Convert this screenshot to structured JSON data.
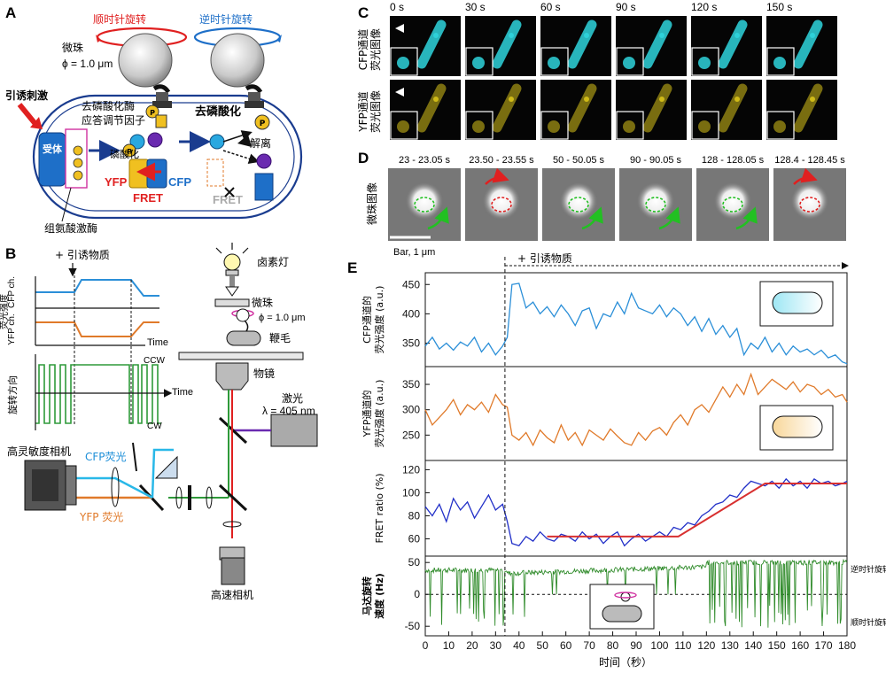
{
  "panels": {
    "A": "A",
    "B": "B",
    "C": "C",
    "D": "D",
    "E": "E"
  },
  "panelA": {
    "cw_rotation": "顺时针旋转",
    "ccw_rotation": "逆时针旋转",
    "bead": "微珠",
    "bead_size": "ϕ = 1.0 μm",
    "stimulus": "引诱刺激",
    "receptor": "受体",
    "phosphatase": "去磷酸化酶",
    "regulator": "应答调节因子",
    "dephosphorylation": "去磷酸化",
    "phosphorylation": "磷酸化",
    "dissociation": "解离",
    "yfp": "YFP",
    "fret": "FRET",
    "cfp": "CFP",
    "fret_faded": "FRET",
    "kinase": "组氨酸激酶",
    "p": "P"
  },
  "panelB": {
    "attractant": "+ 引诱物质",
    "cfp_ch": "CFP ch.",
    "yfp_ch": "YFP ch.",
    "fluor_intensity": "荧光强度",
    "time": "Time",
    "ccw": "CCW",
    "cw": "CW",
    "rotation_dir": "旋转方向",
    "halogen": "卤素灯",
    "bead": "微珠",
    "bead_size": "ϕ = 1.0 μm",
    "flagellum": "鞭毛",
    "objective": "物镜",
    "laser": "激光",
    "laser_wl": "λ = 405 nm",
    "hs_camera": "高灵敏度相机",
    "cfp_fluor": "CFP荧光",
    "yfp_fluor": "YFP 荧光",
    "fast_camera": "高速相机"
  },
  "panelC": {
    "times": [
      "0 s",
      "30 s",
      "60 s",
      "90 s",
      "120 s",
      "150 s"
    ],
    "cfp_row_label": "CFP通道\n荧光图像",
    "yfp_row_label": "YFP通道\n荧光图像",
    "cfp_color": "#2fd4dc",
    "yfp_color": "#d8c21a"
  },
  "panelD": {
    "times": [
      "23 - 23.05 s",
      "23.50 - 23.55 s",
      "50 - 50.05 s",
      "90 - 90.05 s",
      "128 - 128.05 s",
      "128.4 - 128.45 s"
    ],
    "row_label": "微珠图像",
    "bar": "Bar, 1 μm",
    "ccw_frames": [
      true,
      false,
      true,
      true,
      true,
      false
    ]
  },
  "panelE": {
    "attractant": "+ 引诱物质",
    "xlabel": "时间（秒）",
    "ccw_label": "逆时针旋转",
    "cw_label": "顺时针旋转"
  },
  "chart_data": [
    {
      "type": "line",
      "ylabel": "CFP通道的\n荧光强度 (a.u.)",
      "xlim": [
        0,
        180
      ],
      "ylim": [
        310,
        470
      ],
      "yticks": [
        350,
        400,
        450
      ],
      "attractant_time": 34,
      "series": [
        {
          "color": "#2b8fd8",
          "x": [
            0,
            3,
            6,
            9,
            12,
            15,
            18,
            21,
            24,
            27,
            30,
            33,
            35,
            37,
            40,
            43,
            46,
            49,
            52,
            55,
            58,
            61,
            64,
            67,
            70,
            73,
            76,
            79,
            82,
            85,
            88,
            91,
            94,
            97,
            100,
            103,
            106,
            109,
            112,
            115,
            118,
            121,
            124,
            127,
            130,
            133,
            136,
            139,
            142,
            145,
            148,
            151,
            154,
            157,
            160,
            163,
            166,
            169,
            172,
            175,
            178,
            180
          ],
          "y": [
            345,
            360,
            340,
            350,
            338,
            352,
            345,
            360,
            335,
            350,
            330,
            345,
            360,
            450,
            452,
            410,
            420,
            400,
            412,
            395,
            415,
            400,
            380,
            405,
            410,
            375,
            400,
            395,
            420,
            400,
            435,
            410,
            405,
            400,
            415,
            395,
            410,
            400,
            380,
            395,
            370,
            392,
            365,
            380,
            360,
            375,
            330,
            350,
            340,
            360,
            335,
            350,
            330,
            345,
            335,
            340,
            330,
            338,
            325,
            330,
            318,
            315
          ]
        }
      ]
    },
    {
      "type": "line",
      "ylabel": "YFP通道的\n荧光强度 (a.u.)",
      "xlim": [
        0,
        180
      ],
      "ylim": [
        200,
        385
      ],
      "yticks": [
        250,
        300,
        350
      ],
      "series": [
        {
          "color": "#e07a2a",
          "x": [
            0,
            3,
            6,
            9,
            12,
            15,
            18,
            21,
            24,
            27,
            30,
            33,
            35,
            37,
            40,
            43,
            46,
            49,
            52,
            55,
            58,
            61,
            64,
            67,
            70,
            73,
            76,
            79,
            82,
            85,
            88,
            91,
            94,
            97,
            100,
            103,
            106,
            109,
            112,
            115,
            118,
            121,
            124,
            127,
            130,
            133,
            136,
            139,
            142,
            145,
            148,
            151,
            154,
            157,
            160,
            163,
            166,
            169,
            172,
            175,
            178,
            180
          ],
          "y": [
            300,
            270,
            285,
            300,
            320,
            290,
            310,
            300,
            315,
            295,
            330,
            310,
            305,
            250,
            240,
            255,
            230,
            260,
            245,
            235,
            270,
            240,
            255,
            230,
            260,
            250,
            240,
            262,
            248,
            235,
            230,
            255,
            240,
            258,
            265,
            250,
            275,
            290,
            270,
            300,
            310,
            295,
            320,
            345,
            325,
            350,
            330,
            370,
            330,
            345,
            360,
            350,
            340,
            355,
            335,
            350,
            345,
            330,
            340,
            325,
            330,
            315
          ]
        }
      ]
    },
    {
      "type": "line",
      "ylabel": "FRET ratio (%)",
      "xlim": [
        0,
        180
      ],
      "ylim": [
        45,
        128
      ],
      "yticks": [
        60,
        80,
        100,
        120
      ],
      "series": [
        {
          "color": "#2230c8",
          "x": [
            0,
            3,
            6,
            9,
            12,
            15,
            18,
            21,
            24,
            27,
            30,
            33,
            35,
            37,
            40,
            43,
            46,
            49,
            52,
            55,
            58,
            61,
            64,
            67,
            70,
            73,
            76,
            79,
            82,
            85,
            88,
            91,
            94,
            97,
            100,
            103,
            106,
            109,
            112,
            115,
            118,
            121,
            124,
            127,
            130,
            133,
            136,
            139,
            142,
            145,
            148,
            151,
            154,
            157,
            160,
            163,
            166,
            169,
            172,
            175,
            178,
            180
          ],
          "y": [
            88,
            80,
            90,
            75,
            95,
            85,
            92,
            78,
            88,
            98,
            85,
            90,
            75,
            56,
            54,
            62,
            58,
            66,
            60,
            58,
            64,
            62,
            58,
            66,
            60,
            64,
            56,
            62,
            66,
            54,
            60,
            64,
            58,
            62,
            66,
            62,
            70,
            68,
            74,
            72,
            80,
            84,
            90,
            92,
            98,
            96,
            104,
            110,
            108,
            106,
            110,
            104,
            112,
            106,
            110,
            104,
            112,
            108,
            110,
            106,
            108,
            110
          ]
        },
        {
          "color": "#d83030",
          "x": [
            52,
            108,
            145,
            180
          ],
          "y": [
            62,
            62,
            108,
            108
          ]
        }
      ]
    },
    {
      "type": "line",
      "ylabel": "马达旋转\n速度 (Hz)",
      "xlim": [
        0,
        180
      ],
      "ylim": [
        -65,
        60
      ],
      "yticks": [
        -50,
        0,
        50
      ],
      "series": [
        {
          "color": "#2f8b2a"
        }
      ]
    }
  ]
}
